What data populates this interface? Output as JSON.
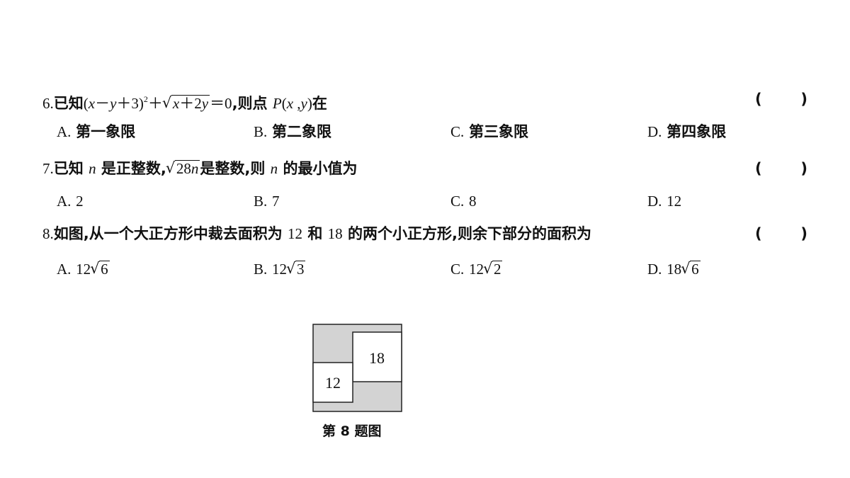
{
  "questions": [
    {
      "number": "6.",
      "lead": "已知",
      "expr_open": "(",
      "expr_x": "x",
      "expr_minus": "－",
      "expr_y": "y",
      "expr_plus3": "＋3)",
      "expr_power": "2",
      "expr_plus": "＋",
      "sqrt_x": "x",
      "sqrt_plus": "＋2",
      "sqrt_y": "y",
      "expr_eq": "＝0",
      "tail1": ",则点 ",
      "point_p": "P",
      "point_open": "(",
      "point_x": "x",
      "point_comma": " ,",
      "point_y": "y",
      "point_close": ")",
      "tail2": "在",
      "paren_open": "(",
      "paren_close": ")",
      "options": [
        {
          "label": "A.",
          "text": "第一象限"
        },
        {
          "label": "B.",
          "text": "第二象限"
        },
        {
          "label": "C.",
          "text": "第三象限"
        },
        {
          "label": "D.",
          "text": "第四象限"
        }
      ]
    },
    {
      "number": "7.",
      "lead": "已知 ",
      "var_n": "n",
      "mid1": " 是正整数,",
      "sqrt_coef": "28",
      "sqrt_var": "n",
      "mid2": "是整数,则 ",
      "var_n2": "n",
      "tail": " 的最小值为",
      "paren_open": "(",
      "paren_close": ")",
      "options": [
        {
          "label": "A.",
          "value": "2"
        },
        {
          "label": "B.",
          "value": "7"
        },
        {
          "label": "C.",
          "value": "8"
        },
        {
          "label": "D.",
          "value": "12"
        }
      ]
    },
    {
      "number": "8.",
      "text_a": "如图,从一个大正方形中裁去面积为 ",
      "area1": "12",
      "text_b": " 和 ",
      "area2": "18",
      "text_c": " 的两个小正方形,则余下部分的面积为",
      "paren_open": "(",
      "paren_close": ")",
      "options": [
        {
          "label": "A.",
          "coef": "12",
          "radicand": "6"
        },
        {
          "label": "B.",
          "coef": "12",
          "radicand": "3"
        },
        {
          "label": "C.",
          "coef": "12",
          "radicand": "2"
        },
        {
          "label": "D.",
          "coef": "18",
          "radicand": "6"
        }
      ]
    }
  ],
  "figure": {
    "square_small_label": "12",
    "square_large_label": "18",
    "caption": "第 8 题图",
    "shade_color": "#d3d3d3",
    "line_color": "#222222"
  }
}
